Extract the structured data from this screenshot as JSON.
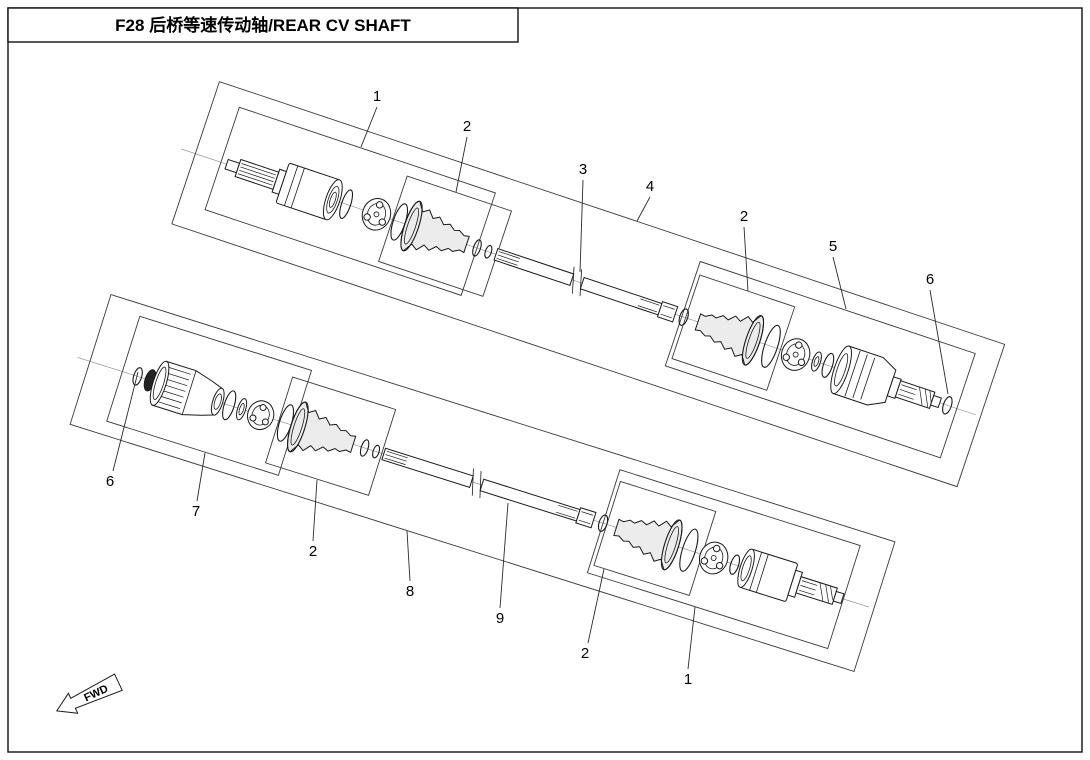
{
  "title_block": {
    "title": "F28 后桥等速传动轴/REAR CV SHAFT"
  },
  "fwd": {
    "label": "FWD"
  },
  "colors": {
    "line": "#1a1a1a",
    "background": "#ffffff"
  },
  "callouts": [
    {
      "id": "upper-1",
      "label": "1"
    },
    {
      "id": "upper-2a",
      "label": "2"
    },
    {
      "id": "upper-3",
      "label": "3"
    },
    {
      "id": "upper-4",
      "label": "4"
    },
    {
      "id": "upper-2b",
      "label": "2"
    },
    {
      "id": "upper-5",
      "label": "5"
    },
    {
      "id": "upper-6",
      "label": "6"
    },
    {
      "id": "lower-6",
      "label": "6"
    },
    {
      "id": "lower-7",
      "label": "7"
    },
    {
      "id": "lower-2a",
      "label": "2"
    },
    {
      "id": "lower-8",
      "label": "8"
    },
    {
      "id": "lower-9",
      "label": "9"
    },
    {
      "id": "lower-2b",
      "label": "2"
    },
    {
      "id": "lower-1",
      "label": "1"
    }
  ]
}
